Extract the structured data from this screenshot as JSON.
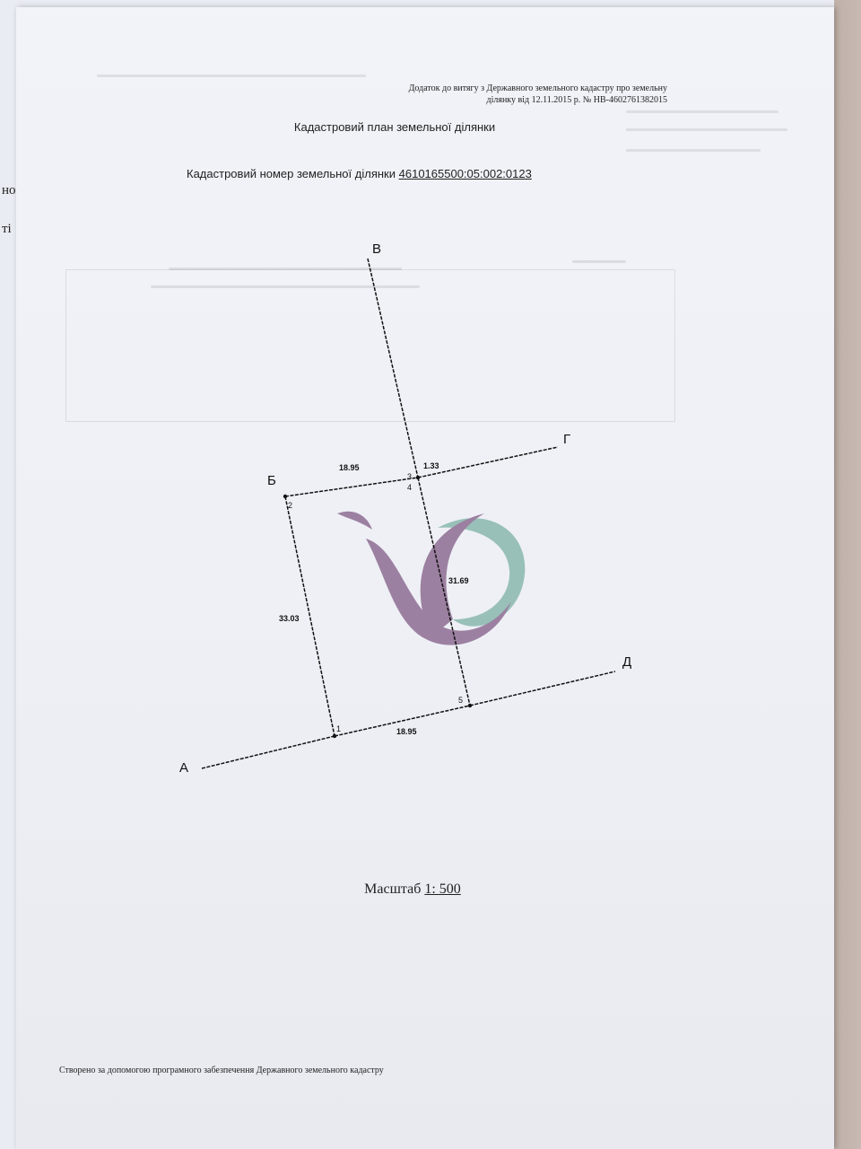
{
  "document": {
    "annex_text": "Додаток до витягу з Державного земельного кадастру про земельну ділянку від 12.11.2015 р. № НВ-4602761382015",
    "title": "Кадастровий план земельної ділянки",
    "cadastral_label": "Кадастровий номер земельної ділянки",
    "cadastral_number": "4610165500:05:002:0123",
    "scale_label": "Масштаб",
    "scale_value": "1: 500",
    "footer": "Створено за допомогою програмного забезпечення Державного земельного кадастру",
    "edge_fragments": [
      "ного",
      "ті"
    ]
  },
  "plan": {
    "neighbor_labels": [
      "А",
      "Б",
      "В",
      "Г",
      "Д"
    ],
    "point_labels": [
      "1",
      "2",
      "3",
      "4",
      "5"
    ],
    "dimensions": {
      "top": "18.95",
      "top_right": "1.33",
      "left": "33.03",
      "right": "31.69",
      "bottom": "18.95"
    }
  },
  "watermark": {
    "colors": {
      "purple": "#8e6d93",
      "teal": "#8ab8ae"
    }
  }
}
